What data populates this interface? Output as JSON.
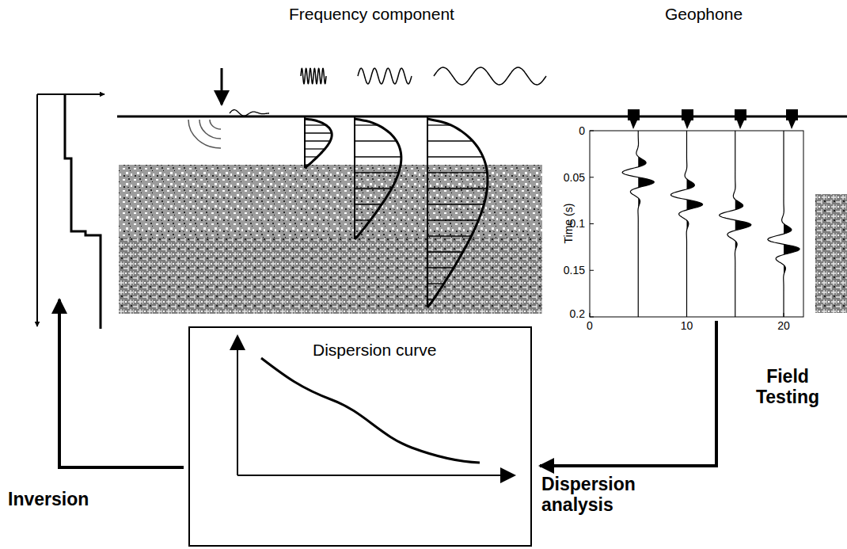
{
  "diagram": {
    "nodes": [
      {
        "text": [
          "Dispersion curve"
        ]
      }
    ],
    "labels": [
      "Frequency component",
      "Geophone",
      "0",
      "0.05",
      "0.1",
      "0.15",
      "0.2",
      "Time (s)",
      "0",
      "10",
      "20",
      "Field Testing",
      "Dispersion analysis",
      "Inversion"
    ]
  }
}
